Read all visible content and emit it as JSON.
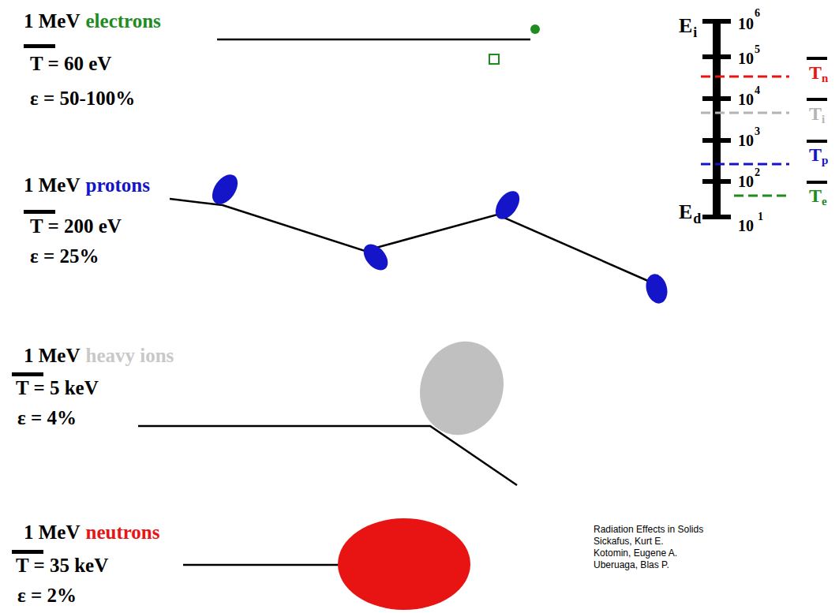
{
  "diagram": {
    "labels": [
      "1 MeV",
      "electrons",
      "T = 60 eV",
      "ε = 50-100%",
      "1 MeV",
      "protons",
      "T = 200 eV",
      "ε = 25%",
      "1 MeV",
      "heavy ions",
      "T = 5 keV",
      "ε = 4%",
      "1 MeV",
      "neutrons",
      "T = 35 keV",
      "ε = 2%",
      "E",
      "i",
      "10",
      "6",
      "10",
      "5",
      "10",
      "4",
      "10",
      "3",
      "10",
      "2",
      "E",
      "d",
      "10",
      "1",
      "T",
      "n",
      "T",
      "i",
      "T",
      "p",
      "T",
      "e",
      "Radiation Effects in Solids",
      "Sickafus, Kurt E.",
      "Kotomin, Eugene A.",
      "Uberuaga, Blas P."
    ]
  }
}
